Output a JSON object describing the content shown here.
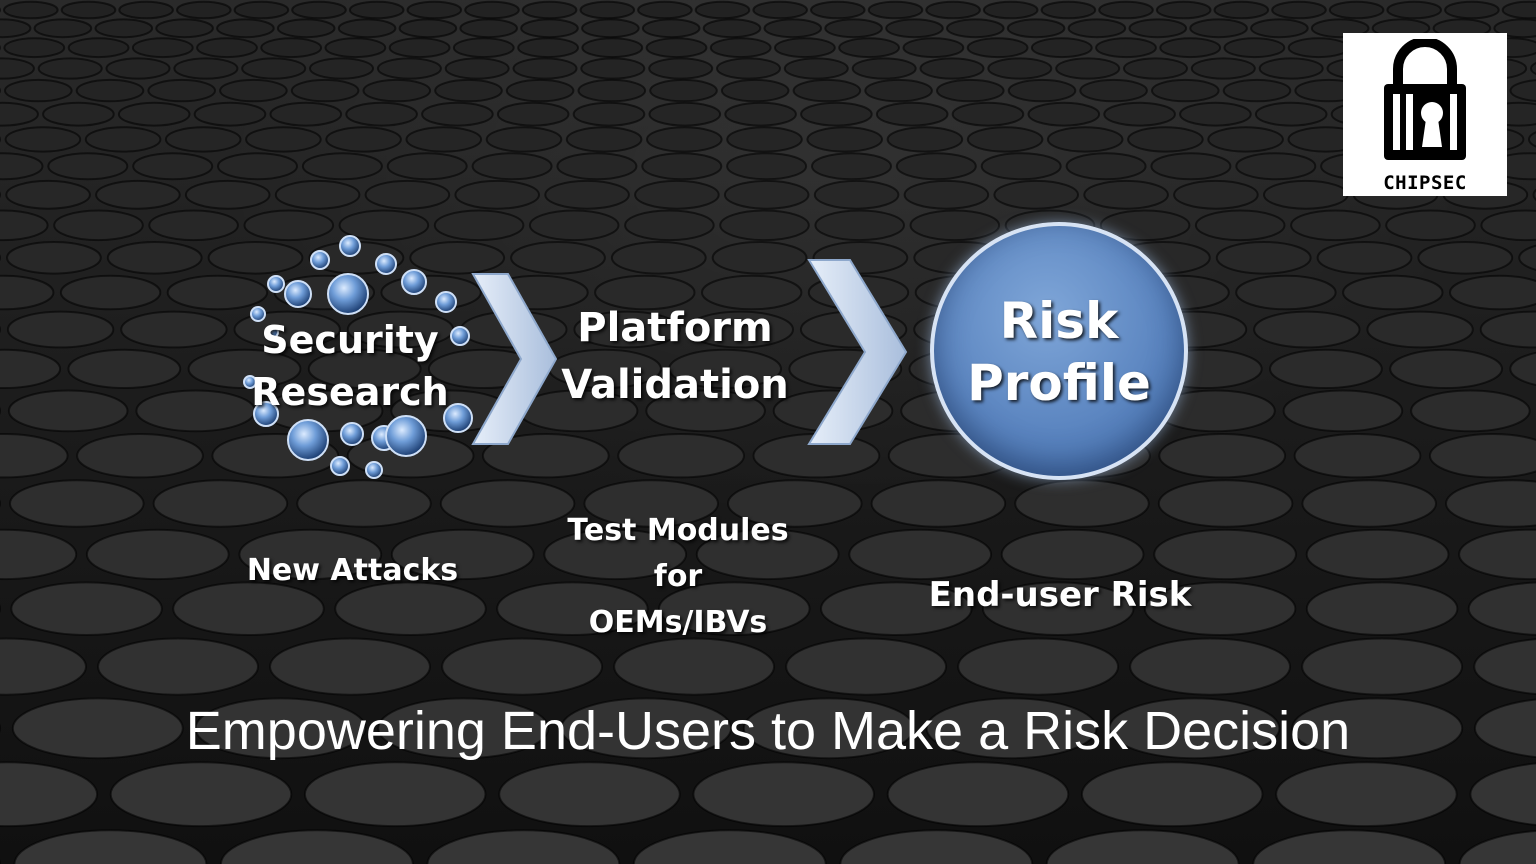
{
  "logo": {
    "text": "CHIPSEC",
    "icon": "padlock-keyhole-icon"
  },
  "flow": {
    "research": {
      "line1": "Security",
      "line2": "Research",
      "caption": "New Attacks"
    },
    "validation": {
      "line1": "Platform",
      "line2": "Validation",
      "caption_line1": "Test Modules",
      "caption_line2": "for",
      "caption_line3": "OEMs/IBVs"
    },
    "risk": {
      "line1": "Risk",
      "line2": "Profile",
      "caption": "End-user Risk"
    }
  },
  "headline": "Empowering End-Users to Make a Risk Decision",
  "colors": {
    "circle": "#5b85c0",
    "chevron": "#c9d9f0",
    "bubble": "#6f9dd8",
    "background": "#1c1c1c"
  }
}
